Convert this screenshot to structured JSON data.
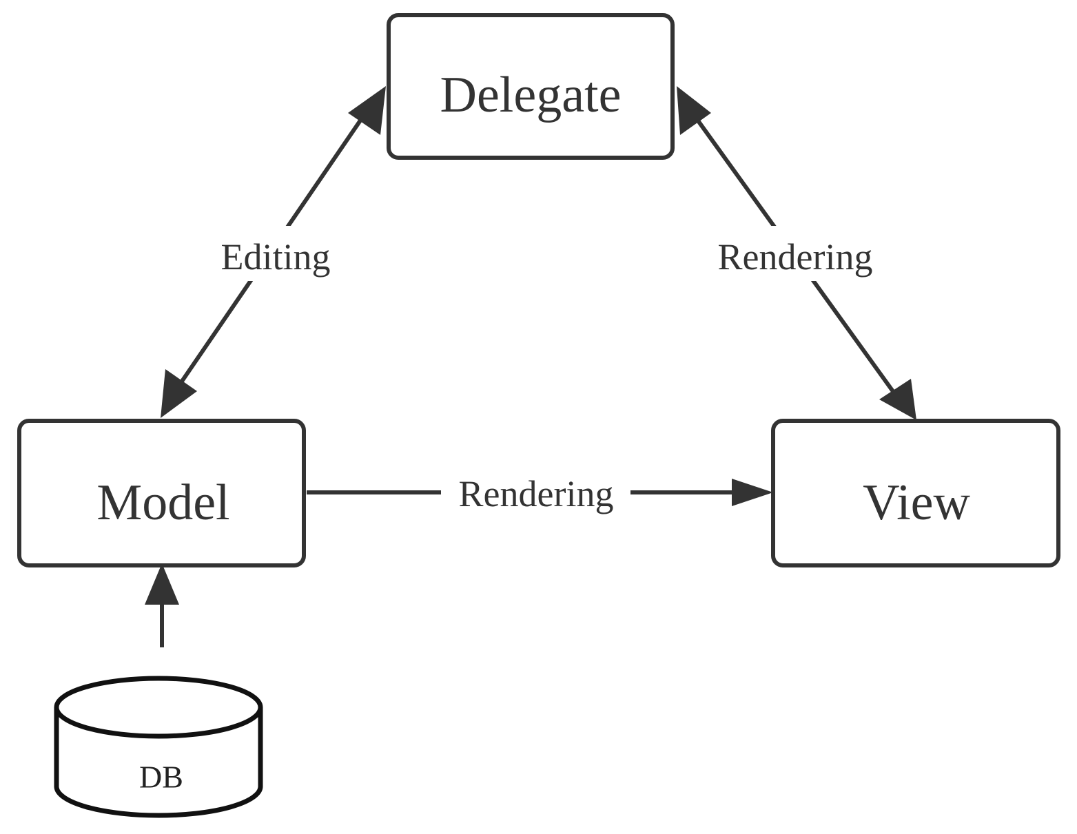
{
  "nodes": {
    "delegate": {
      "label": "Delegate"
    },
    "model": {
      "label": "Model"
    },
    "view": {
      "label": "View"
    },
    "db": {
      "label": "DB"
    }
  },
  "edges": {
    "editing": {
      "label": "Editing"
    },
    "delegate_view": {
      "label": "Rendering"
    },
    "model_view": {
      "label": "Rendering"
    }
  },
  "colors": {
    "stroke": "#333333",
    "background": "#ffffff"
  }
}
